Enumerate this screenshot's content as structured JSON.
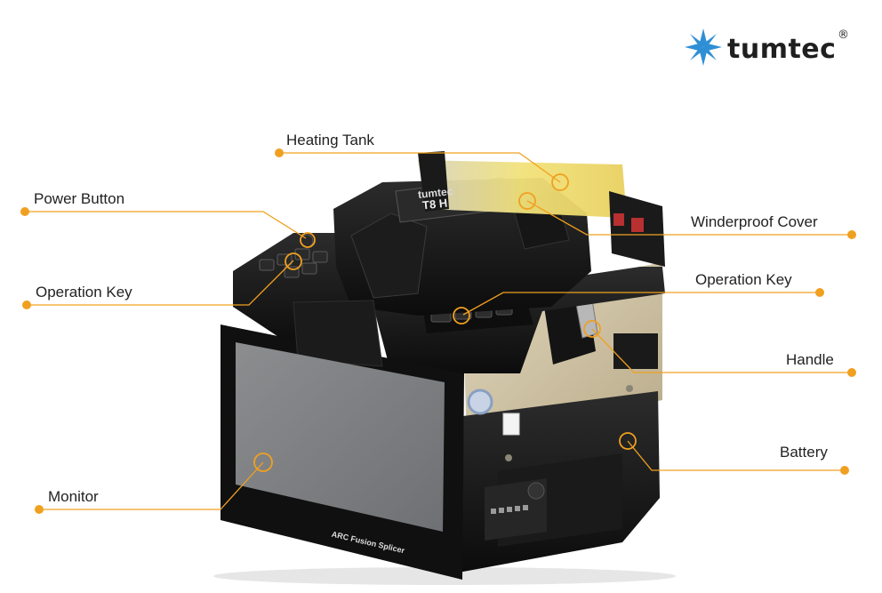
{
  "brand": {
    "name": "tumtec",
    "registered_mark": "®",
    "logo_color": "#2f8fd6",
    "logo_icon": "star-logo-icon"
  },
  "device": {
    "lid_brand": "tumtec",
    "lid_model": "T8 H",
    "screen_caption": "ARC Fusion Splicer"
  },
  "accent_color": "#f0a020",
  "callouts": {
    "heating_tank": "Heating Tank",
    "power_button": "Power Button",
    "operation_key_left": "Operation Key",
    "winderproof_cover": "Winderproof Cover",
    "operation_key_right": "Operation Key",
    "handle": "Handle",
    "battery": "Battery",
    "monitor": "Monitor"
  }
}
